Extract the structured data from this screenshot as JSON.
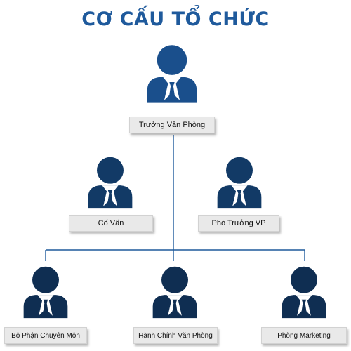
{
  "title": "CƠ CẤU TỔ CHỨC",
  "colors": {
    "title": "#1f5a9c",
    "person_dark": "#0f2e52",
    "person_mid": "#1a4f8c",
    "label_bg": "#e9e9e9",
    "connector": "#1f5a9c"
  },
  "nodes": {
    "head": {
      "label": "Trưởng Văn Phòng",
      "icon": "person-icon"
    },
    "advisor": {
      "label": "Cố Vấn",
      "icon": "person-icon"
    },
    "deputy": {
      "label": "Phó Trưởng VP",
      "icon": "person-icon"
    },
    "specialist_dept": {
      "label": "Bộ Phận Chuyên Môn",
      "icon": "person-icon"
    },
    "admin_dept": {
      "label": "Hành Chính Văn Phòng",
      "icon": "person-icon"
    },
    "marketing_dept": {
      "label": "Phòng Marketing",
      "icon": "person-icon"
    }
  }
}
